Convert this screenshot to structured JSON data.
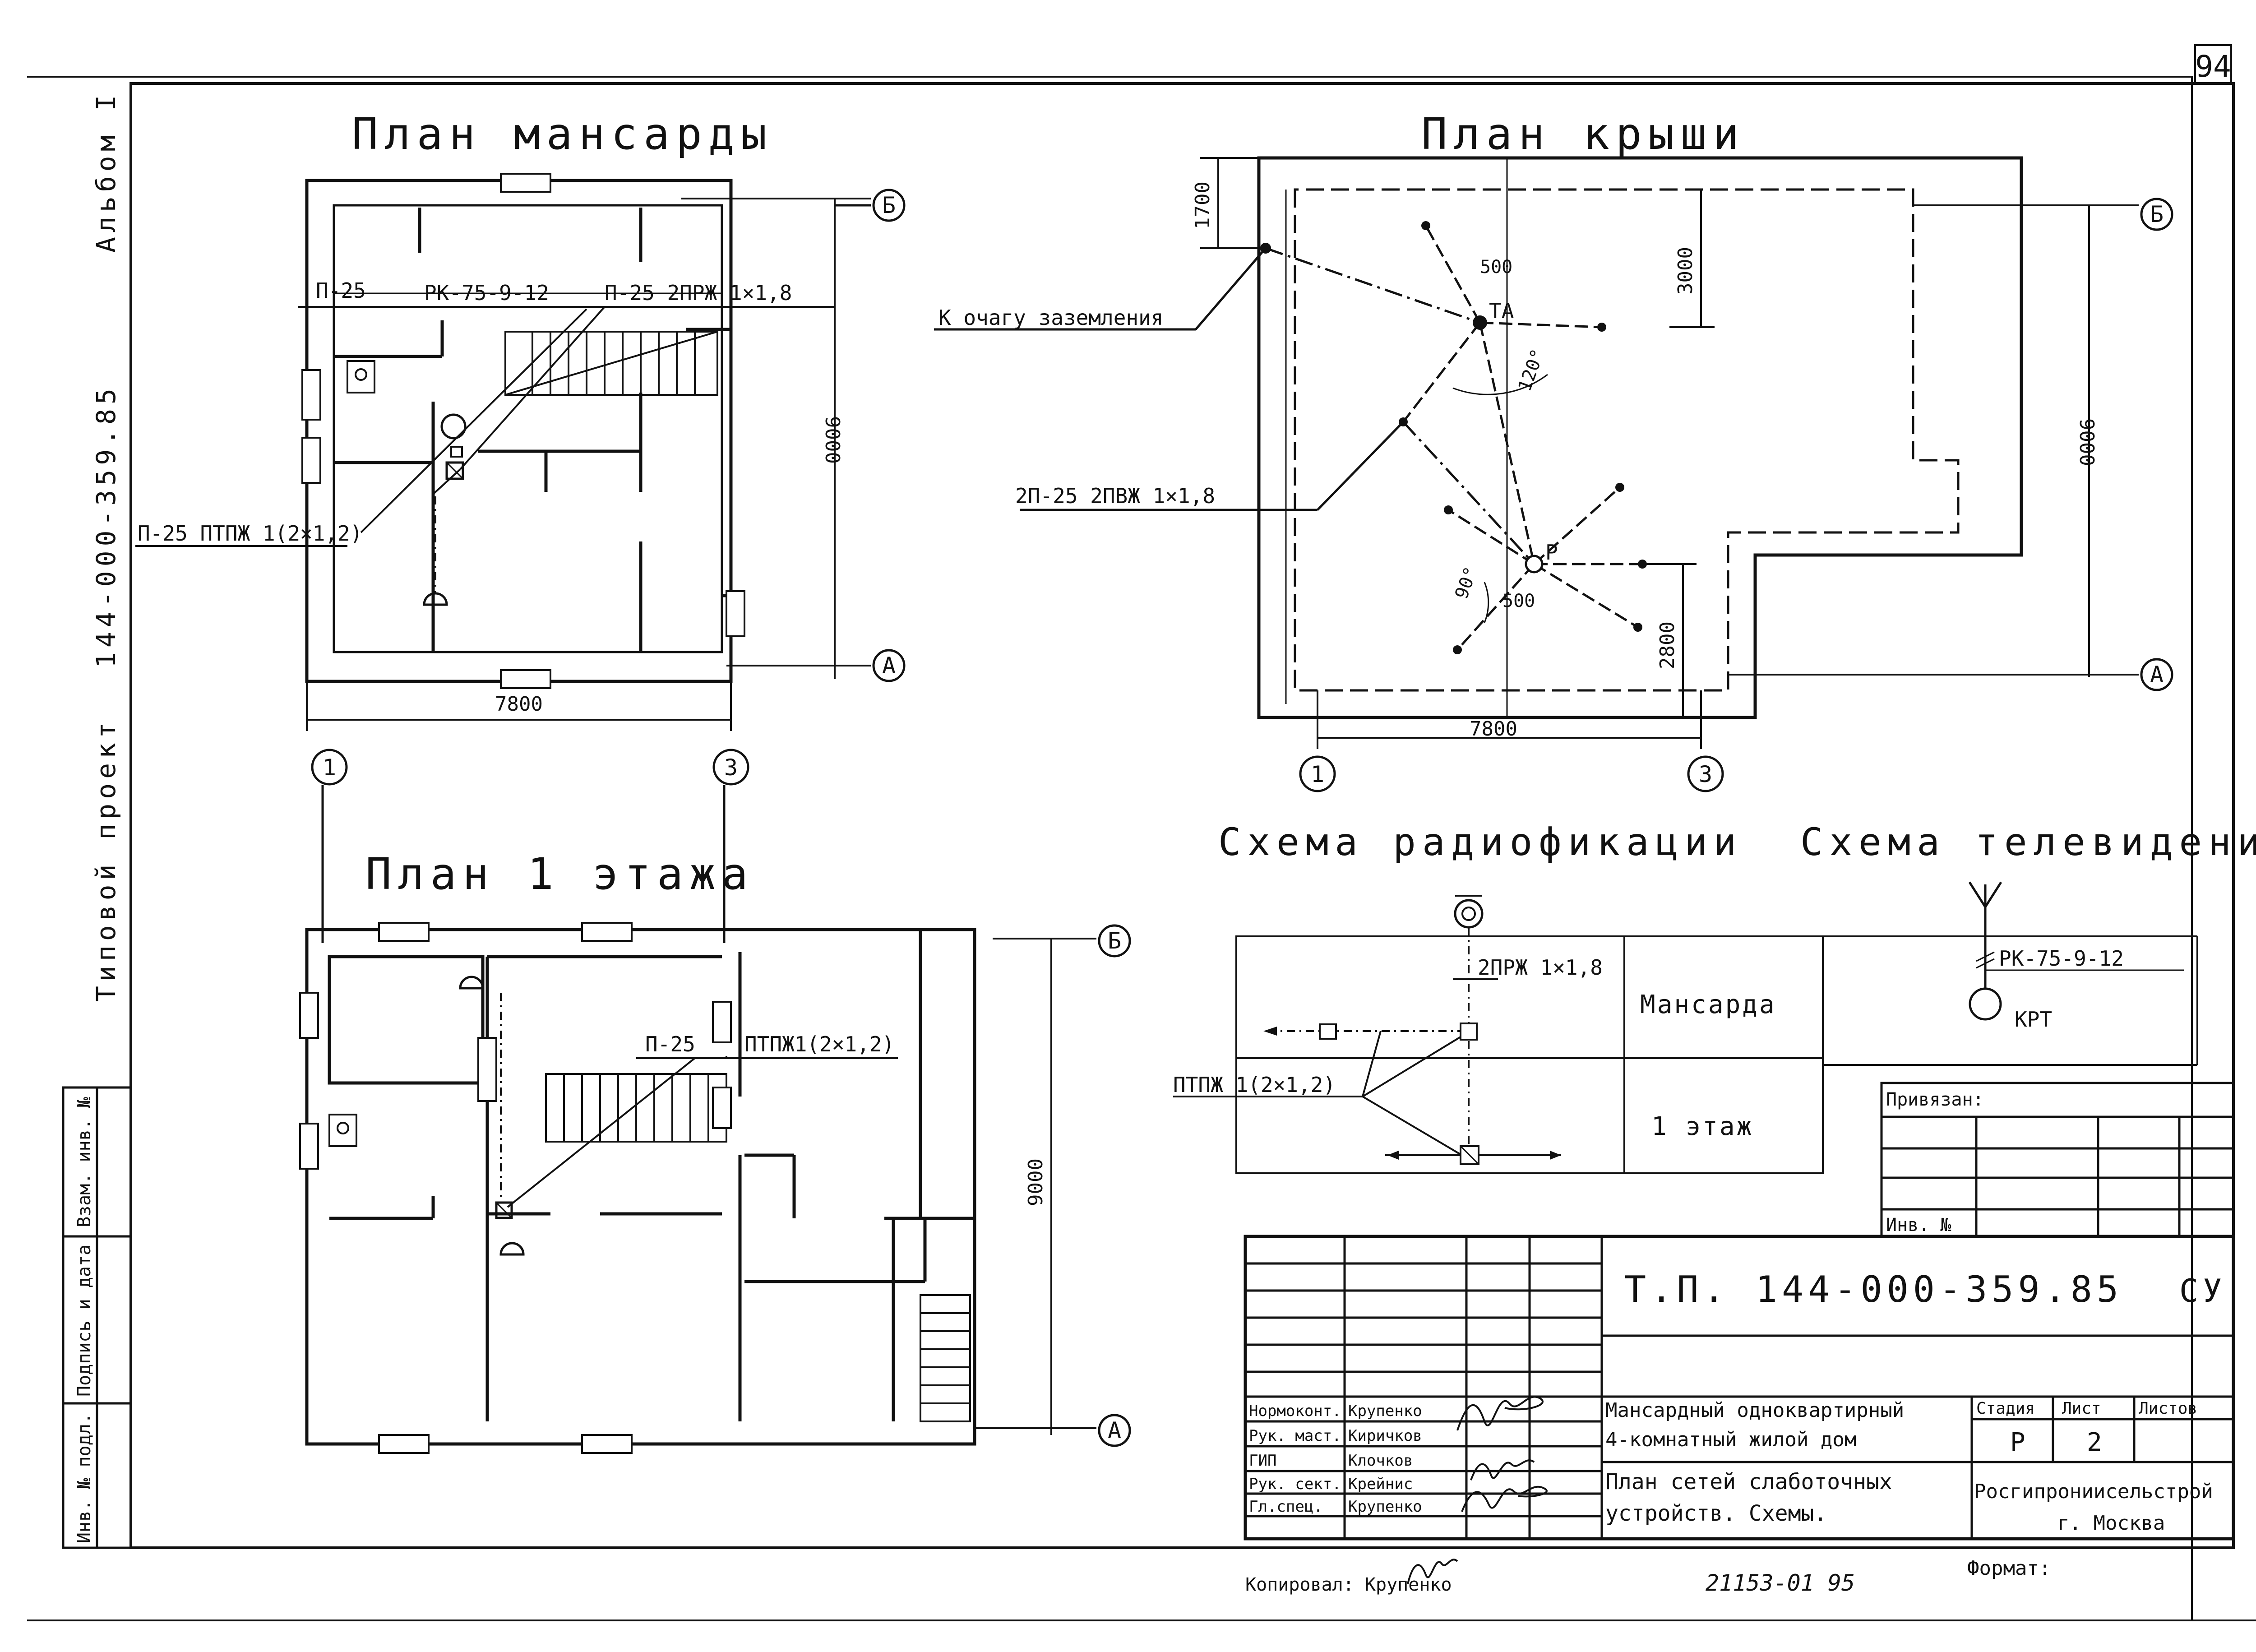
{
  "sheet_number": "94",
  "titles": {
    "attic_plan": "План мансарды",
    "roof_plan": "План крыши",
    "floor1_plan": "План 1 этажа",
    "radio_scheme": "Схема радиофикации",
    "tv_scheme": "Схема телевидения"
  },
  "side_strip": {
    "album": "Альбом I",
    "code": "144-000-359.85",
    "project": "Типовой  проект",
    "cells": [
      "Взам. инв. №",
      "Подпись и дата",
      "Инв. № подл."
    ]
  },
  "attic": {
    "labels": {
      "p25": "П-25",
      "rk": "РК-75-9-12",
      "p25_2prz": "П-25  2ПРЖ 1×1,8",
      "p25_ptpzh": "П-25  ПТПЖ 1(2×1,2)"
    },
    "dim_width": "7800",
    "dim_height": "9000",
    "axes": [
      "Б",
      "А",
      "1",
      "3"
    ]
  },
  "roof": {
    "labels": {
      "ground": "К очагу заземления",
      "cable": "2П-25  2ПВЖ 1×1,8",
      "ta": "ТА",
      "p": "Р",
      "d500a": "500",
      "d500b": "500",
      "angle120": "120°",
      "angle90": "90°"
    },
    "dim_1700": "1700",
    "dim_3000": "3000",
    "dim_2800": "2800",
    "dim_height": "9000",
    "dim_width": "7800",
    "axes": [
      "Б",
      "А",
      "1",
      "3"
    ]
  },
  "floor1": {
    "labels": {
      "p25": "П-25",
      "ptpzh": "ПТПЖ1(2×1,2)"
    },
    "dim_height": "9000",
    "axes": [
      "Б",
      "А"
    ]
  },
  "radio": {
    "labels": {
      "prz": "2ПРЖ 1×1,8",
      "ptpzh": "ПТПЖ 1(2×1,2)"
    },
    "rows": [
      "Мансарда",
      "1 этаж"
    ]
  },
  "tv": {
    "rk": "РК-75-9-12",
    "krt": "КРТ"
  },
  "stamp": {
    "privyazan": "Привязан:",
    "inv": "Инв. №",
    "code": "Т.П.   144-000-359.85",
    "mark": "СУ",
    "roles": [
      {
        "role": "Нормоконт.",
        "name": "Крупенко"
      },
      {
        "role": "Рук. маст.",
        "name": "Киричков"
      },
      {
        "role": "ГИП",
        "name": "Клочков"
      },
      {
        "role": "Рук. сект.",
        "name": "Крейнис"
      },
      {
        "role": "Гл.спец.",
        "name": "Крупенко"
      }
    ],
    "building": [
      "Мансардный одноквартирный",
      "4-комнатный жилой дом"
    ],
    "sheet_title": [
      "План сетей слаботочных",
      "устройств.  Схемы."
    ],
    "col_stage": "Стадия",
    "col_sheet": "Лист",
    "col_sheets": "Листов",
    "stage": "Р",
    "sheet": "2",
    "org": [
      "Росгипрониисельстрой",
      "г. Москва"
    ],
    "copied": "Копировал: Крупенко",
    "order": "21153-01  95",
    "format": "Формат:"
  }
}
